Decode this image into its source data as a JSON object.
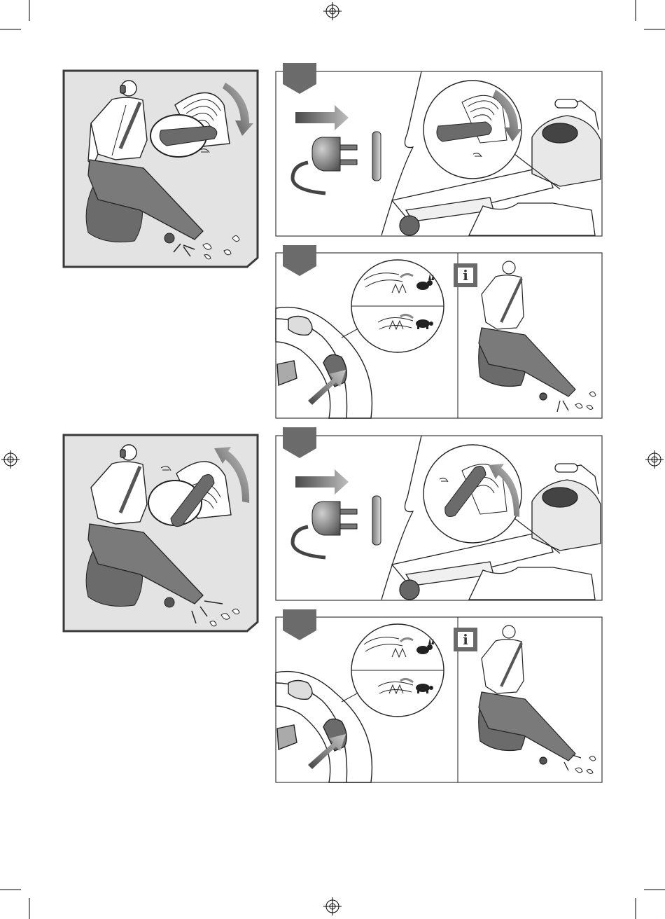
{
  "page": {
    "background": "#ffffff",
    "panel_gray": "#e3e3e3",
    "dark_gray": "#6b6b6b",
    "line_color": "#222222"
  },
  "sections": [
    {
      "id": "blow",
      "overview_icon": "person-blowing-leaves",
      "dial_icon": "blow-mode-dial",
      "rotation": "clockwise",
      "step1_icons": [
        "arrow-right-icon",
        "power-plug-icon",
        "socket-icon",
        "mode-dial-icon",
        "blower-device"
      ],
      "step2_icons": [
        "speed-trigger-icon",
        "rabbit-icon",
        "turtle-icon",
        "info-icon",
        "person-blowing-leaves"
      ]
    },
    {
      "id": "vacuum",
      "overview_icon": "person-vacuuming-leaves",
      "dial_icon": "vacuum-mode-dial",
      "rotation": "counter-clockwise",
      "step1_icons": [
        "arrow-right-icon",
        "power-plug-icon",
        "socket-icon",
        "mode-dial-icon",
        "blower-device"
      ],
      "step2_icons": [
        "speed-trigger-icon",
        "rabbit-icon",
        "turtle-icon",
        "info-icon",
        "person-vacuuming-leaves"
      ]
    }
  ],
  "info_label": "i"
}
